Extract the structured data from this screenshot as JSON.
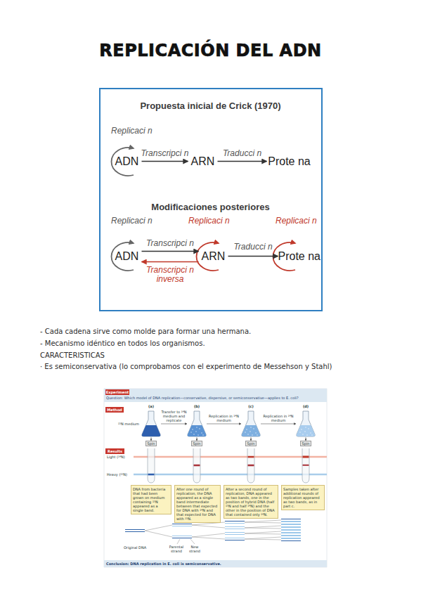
{
  "diagram": {
    "title": "REPLICACIÓN DEL ADN",
    "nodes": [
      {
        "text": [
          "Propuesta inicial de Crick (1970)",
          "Modificaciones posteriores"
        ]
      },
      {
        "text": [
          "ADN"
        ],
        "in": 0
      },
      {
        "text": [
          "ARN"
        ],
        "in": 0
      },
      {
        "text": [
          "Prote na"
        ],
        "in": 0
      },
      {
        "text": [
          "ADN"
        ],
        "in": 0
      },
      {
        "text": [
          "ARN"
        ],
        "in": 0
      },
      {
        "text": [
          "Prote na"
        ],
        "in": 0
      },
      {
        "text": [
          "Question: Which model of DNA replication—conservative, dispersive, or semiconservative—applies to E. coli?"
        ]
      },
      {
        "text": [
          "Experiment"
        ],
        "in": 7
      },
      {
        "text": [
          "Method"
        ]
      },
      {
        "text": [
          "(a)"
        ]
      },
      {
        "text": [
          "(b)"
        ]
      },
      {
        "text": [
          "(c)"
        ]
      },
      {
        "text": [
          "(d)"
        ]
      },
      {
        "text": [
          "Spin"
        ]
      },
      {
        "text": [
          "Spin"
        ]
      },
      {
        "text": [
          "Spin"
        ]
      },
      {
        "text": [
          "Spin"
        ]
      },
      {
        "text": [
          "Results"
        ]
      },
      {
        "text": [
          "DNA from bacteria that had been grown on medium containing ¹⁵N appeared as a single band."
        ]
      },
      {
        "text": [
          "After one round of replication, the DNA appeared as a single band intermediate between that expected for DNA with ¹⁴N and that expected for DNA with ¹⁵N."
        ]
      },
      {
        "text": [
          "After a second round of replication, DNA appeared as two bands, one in the position of hybrid DNA (half ¹⁵N and half ¹⁴N) and the other in the position of DNA that contained only ¹⁴N."
        ]
      },
      {
        "text": [
          "Samples taken after additional rounds of replication appeared as two bands, as in part c."
        ]
      },
      {
        "text": [
          "Conclusion: DNA replication in E. coli is semiconservative."
        ]
      }
    ],
    "edges": [
      {
        "from": 1,
        "to": 2,
        "label": "Transcripci n",
        "arrow": "to"
      },
      {
        "from": 2,
        "to": 3,
        "label": "Traducci n",
        "arrow": "to"
      },
      {
        "from": 4,
        "to": 5,
        "label": "Transcripci n",
        "arrow": "to"
      },
      {
        "from": 5,
        "to": 4,
        "label": "Transcripci n inversa",
        "arrow": "to"
      },
      {
        "from": 5,
        "to": 6,
        "label": "Traducci n",
        "arrow": "to"
      },
      {
        "from": 10,
        "to": 11,
        "label": "Transfer to ¹⁴N medium and replicate",
        "arrow": "to"
      },
      {
        "from": 11,
        "to": 12,
        "label": "Replication in ¹⁴N medium",
        "arrow": "to"
      },
      {
        "from": 12,
        "to": 13,
        "label": "Replication in ¹⁴N medium",
        "arrow": "to"
      },
      {
        "from": 10,
        "to": 14,
        "arrow": "to"
      },
      {
        "from": 11,
        "to": 15,
        "arrow": "to"
      },
      {
        "from": 12,
        "to": 16,
        "arrow": "to"
      },
      {
        "from": 13,
        "to": 17,
        "arrow": "to"
      }
    ],
    "labels": [
      "Replicaci n",
      "Replicaci n",
      "Replicaci n",
      "Replicaci n",
      "- Cada cadena sirve como molde para formar una hermana.",
      "- Mecanismo idéntico en todos los organismos.",
      "CARACTERISTICAS",
      "· Es semiconservativa (lo comprobamos con el experimento de Messehson y Stahl)",
      "¹⁵N medium",
      "Light (¹⁴N)",
      "Heavy (¹⁵N)",
      "Original DNA",
      "Parental strand",
      "New strand"
    ]
  }
}
